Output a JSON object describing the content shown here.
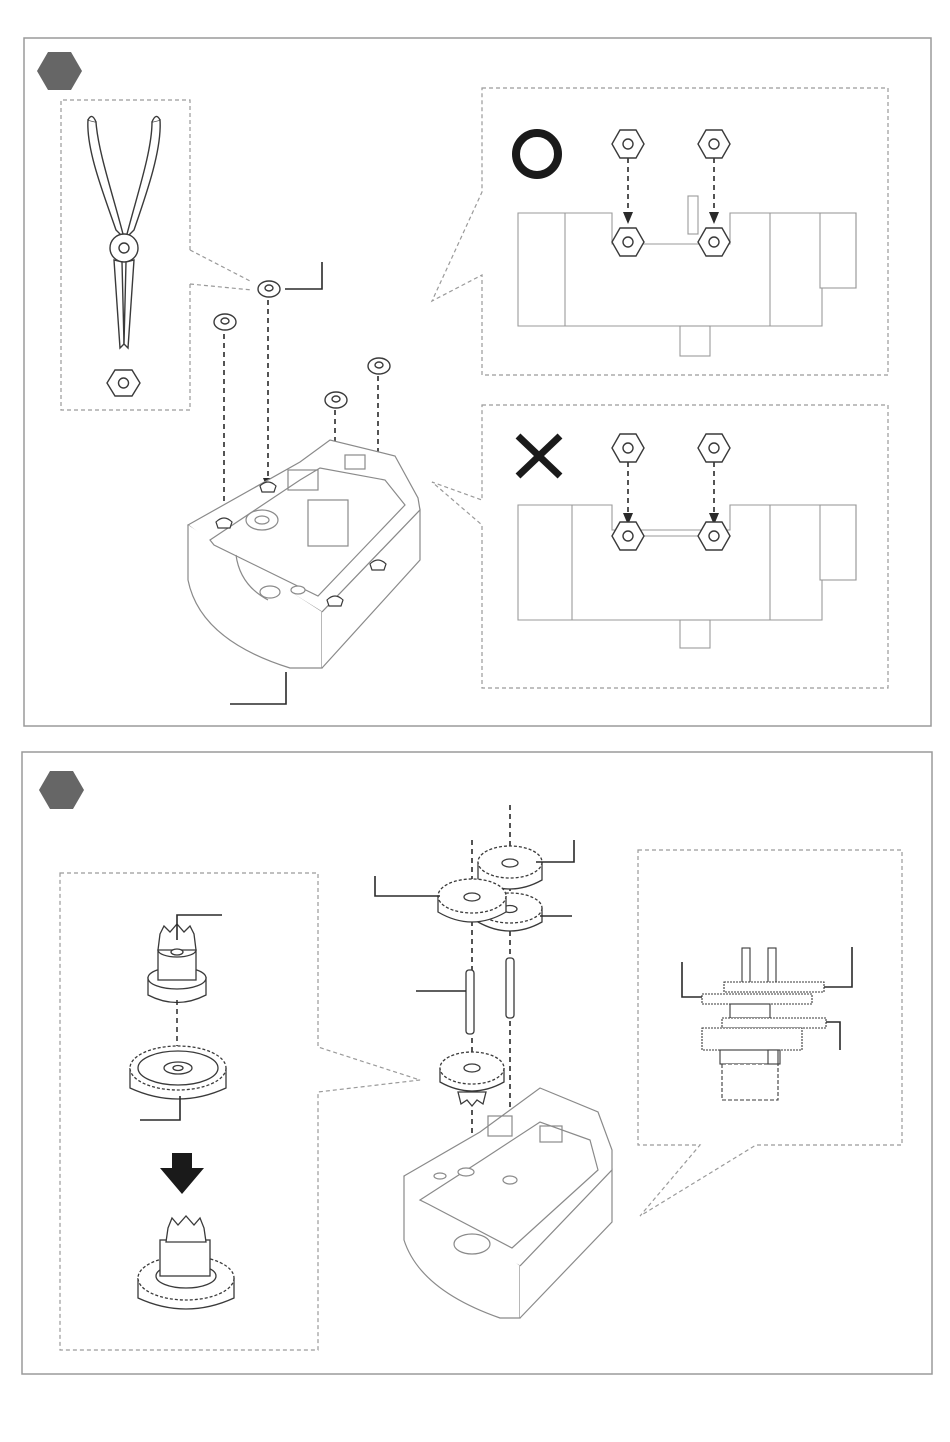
{
  "colors": {
    "line": "#3a3a3a",
    "thin": "#7a7a7a",
    "panel_border": "#9a9a9a",
    "dashed": "#9a9a9a",
    "step_badge": "#666666",
    "ok_mark": "#1a1a1a",
    "ng_mark": "#1a1a1a",
    "background": "#ffffff"
  },
  "icons": {
    "correct": "circle-correct-icon",
    "incorrect": "cross-incorrect-icon",
    "down": "down-arrow-icon"
  },
  "steps": [
    {
      "name": "step-1-panel",
      "badge": "hexagon-step-badge"
    },
    {
      "name": "step-2-panel",
      "badge": "hexagon-step-badge"
    }
  ]
}
